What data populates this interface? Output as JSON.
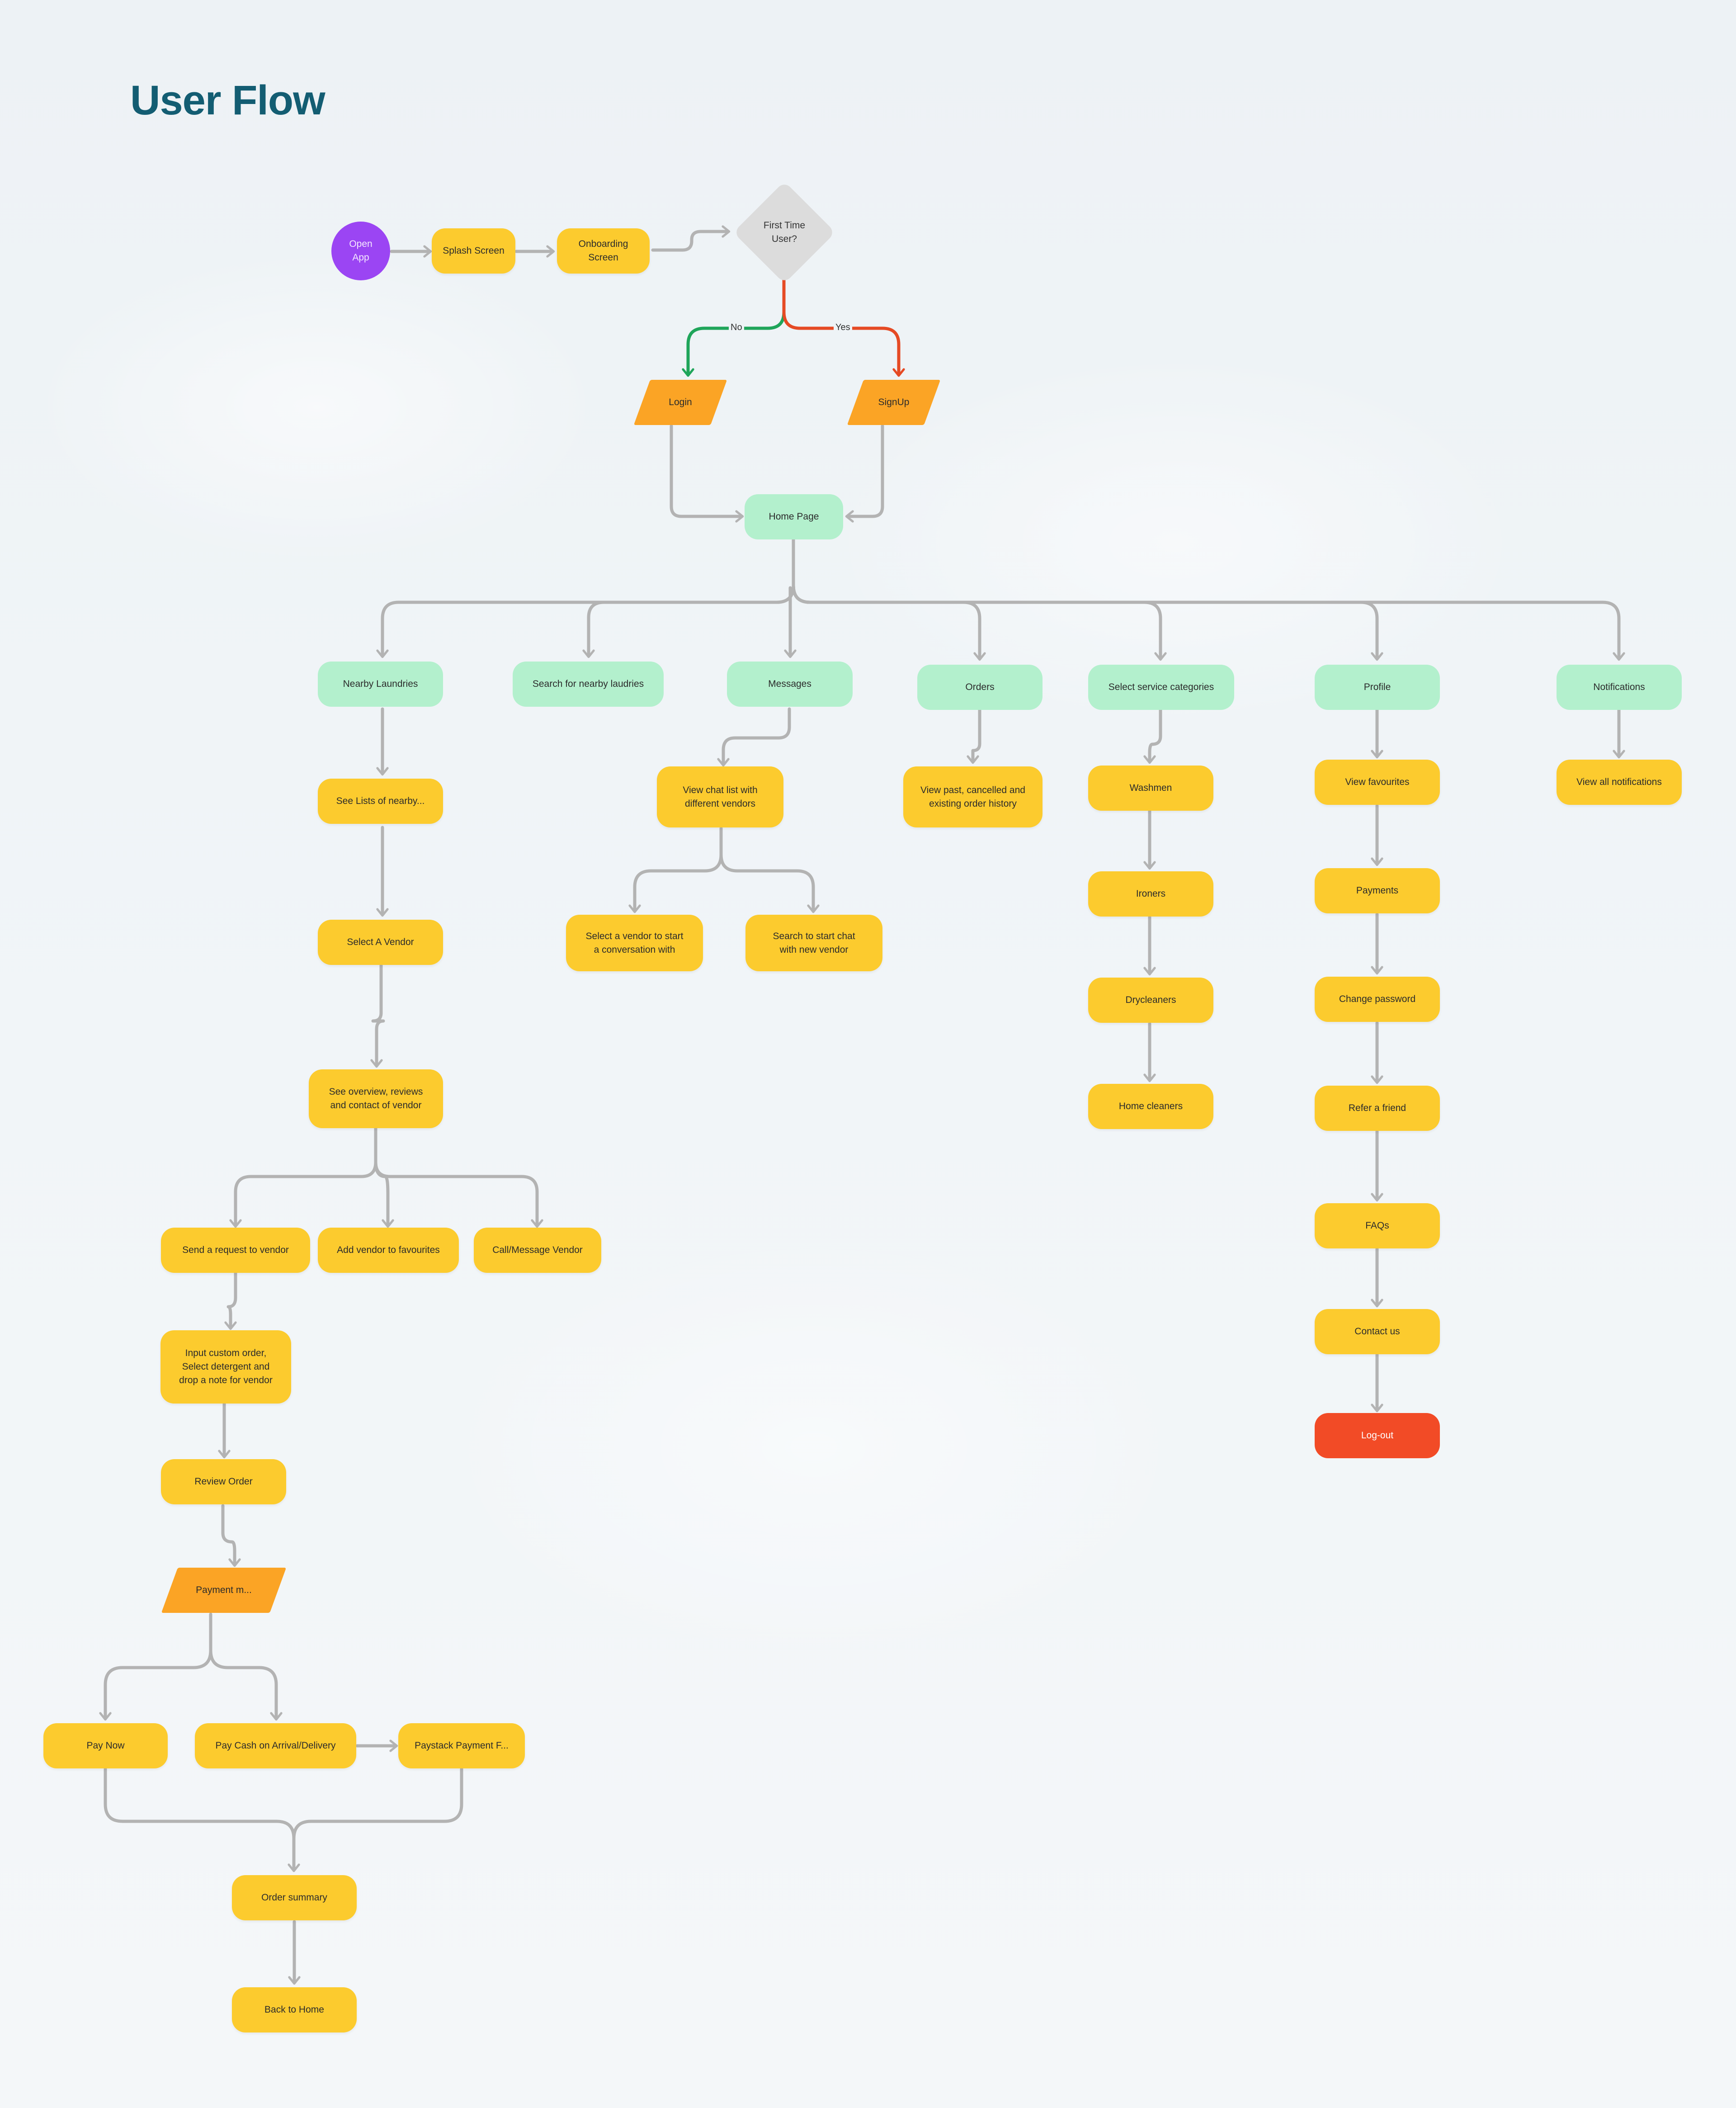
{
  "title": "User Flow",
  "colors": {
    "yellow": "#fccb2e",
    "mint": "#b3f0cd",
    "orange_parallelogram": "#fba425",
    "red": "#f24b26",
    "purple": "#9b45f3",
    "decision_gray": "#dcdcdc",
    "connector_gray": "#b3b3b3",
    "branch_no": "#1fa55a",
    "branch_yes": "#e54a24",
    "title": "#135d72"
  },
  "start": {
    "open_app": "Open\nApp"
  },
  "decision": {
    "first_time": "First Time\nUser?",
    "no": "No",
    "yes": "Yes"
  },
  "nodes": {
    "splash": "Splash Screen",
    "onboarding": "Onboarding\nScreen",
    "login": "Login",
    "signup": "SignUp",
    "home": "Home Page",
    "nearby": "Nearby Laundries",
    "search": "Search for nearby laudries",
    "messages": "Messages",
    "orders": "Orders",
    "service_cat": "Select service categories",
    "profile": "Profile",
    "notifications": "Notifications",
    "see_lists": "See Lists of nearby...",
    "select_vendor": "Select A Vendor",
    "overview": "See overview, reviews\nand contact of vendor",
    "send_request": "Send a request to vendor",
    "add_fav": "Add vendor to favourites",
    "call_msg": "Call/Message Vendor",
    "input_order": "Input custom order,\nSelect detergent and\ndrop a note for vendor",
    "review_order": "Review Order",
    "payment_method": "Payment m...",
    "pay_now": "Pay Now",
    "pay_cash": "Pay Cash on Arrival/Delivery",
    "paystack": "Paystack Payment F...",
    "order_summary": "Order summary",
    "back_home": "Back to Home",
    "view_chat": "View chat list with\ndifferent vendors",
    "select_vendor_chat": "Select a vendor to start\na conversation with",
    "search_chat": "Search to start chat\nwith new vendor",
    "view_orders": "View past, cancelled and\nexisting order history",
    "washmen": "Washmen",
    "ironers": "Ironers",
    "drycleaners": "Drycleaners",
    "home_cleaners": "Home cleaners",
    "view_fav": "View favourites",
    "payments": "Payments",
    "change_pw": "Change password",
    "refer": "Refer a friend",
    "faqs": "FAQs",
    "contact": "Contact us",
    "logout": "Log-out",
    "view_notifs": "View all notifications"
  }
}
